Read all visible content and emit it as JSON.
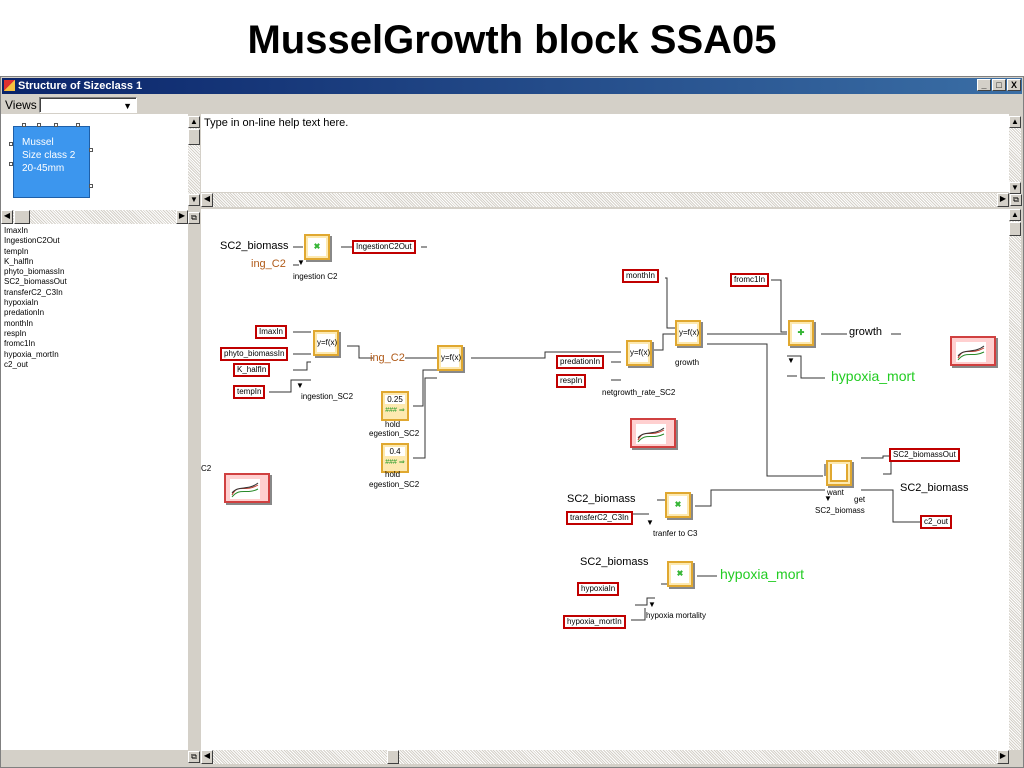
{
  "slide": {
    "title": "MusselGrowth block SSA05"
  },
  "window": {
    "title": "Structure of Sizeclass 1",
    "minimize": "_",
    "maximize": "□",
    "close": "X"
  },
  "views": {
    "label": "Views"
  },
  "outline": {
    "block_lines": [
      "Mussel",
      "Size class 2",
      "20-45mm"
    ]
  },
  "variables": [
    "ImaxIn",
    "IngestionC2Out",
    "tempIn",
    "K_halfIn",
    "phyto_biomassIn",
    "SC2_biomassOut",
    "transferC2_C3In",
    "hypoxiaIn",
    "predationIn",
    "monthIn",
    "respIn",
    "fromc1In",
    "hypoxia_mortIn",
    "c2_out"
  ],
  "help": {
    "text": "Type in on-line help text here."
  },
  "diagram": {
    "sc2_biomass": "SC2_biomass",
    "ing_c2": "ing_C2",
    "ingestion_c2_out": "IngestionC2Out",
    "ingestion_c2": "ingestion C2",
    "imax_in": "ImaxIn",
    "phyto_biomass_in": "phyto_biomassIn",
    "k_half_in": "K_halfIn",
    "temp_in": "tempIn",
    "ingestion_sc2": "ingestion_SC2",
    "yfx": "y=f(x)",
    "const1_value": "0.25",
    "const2_value": "0.4",
    "hold": "hold",
    "egestion_sc2": "egestion_SC2",
    "c2": "C2",
    "month_in": "monthIn",
    "predation_in": "predationIn",
    "resp_in": "respIn",
    "netgrowth": "netgrowth_rate_SC2",
    "growth": "growth",
    "fromc1_in": "fromc1In",
    "growth_out": "growth",
    "hypoxia_mort": "hypoxia_mort",
    "sc2_biomass_out": "SC2_biomassOut",
    "sc2_biomass_right": "SC2_biomass",
    "want": "want",
    "get": "get",
    "sc2_biomass_label": "SC2_biomass",
    "c2_out": "c2_out",
    "transfer_in": "transferC2_C3In",
    "tranfer_to_c3": "tranfer to C3",
    "hypoxia_in": "hypoxiaIn",
    "hypoxia_mort_in": "hypoxia_mortIn",
    "hypoxia_mortality": "hypoxia mortality",
    "hypoxia_mort2": "hypoxia_mort"
  },
  "colors": {
    "titlebar": "#0a246a",
    "block_blue": "#3c96ee",
    "red_box": "#c00000",
    "green_text": "#22cc22"
  }
}
